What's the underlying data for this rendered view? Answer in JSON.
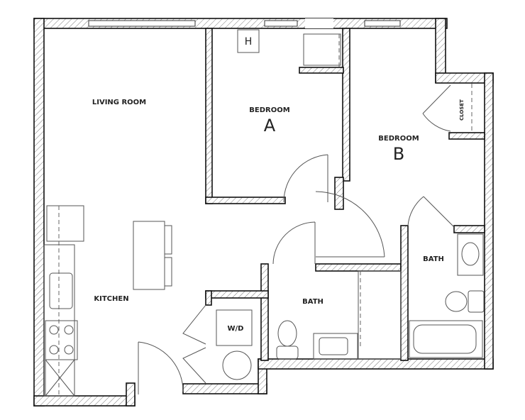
{
  "rooms": {
    "living_room": "LIVING ROOM",
    "bedroom_a": {
      "label": "BEDROOM",
      "letter": "A"
    },
    "bedroom_b": {
      "label": "BEDROOM",
      "letter": "B"
    },
    "closet": "CLOSET",
    "kitchen": "KITCHEN",
    "bath_1": "BATH",
    "bath_2": "BATH",
    "laundry": "W/D",
    "hvac_mark": "H"
  },
  "colors": {
    "wall_line": "#111111",
    "fixture_line": "#555555",
    "background": "#ffffff"
  }
}
